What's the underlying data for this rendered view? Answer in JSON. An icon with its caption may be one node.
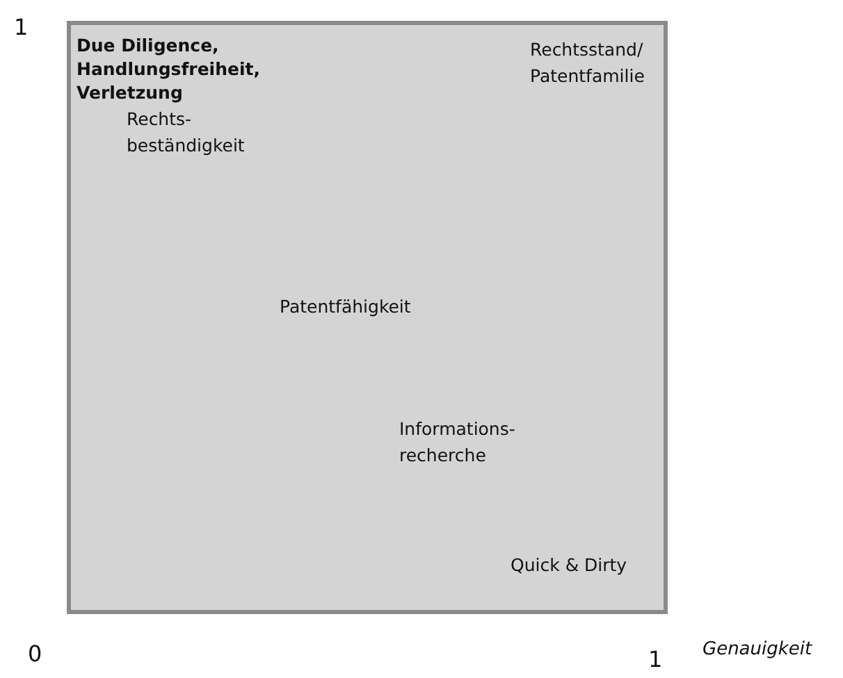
{
  "diagram": {
    "nodes": [
      {
        "text": [
          "Due Diligence, Handlungsfreiheit, Verletzung",
          "Rechtsstand/ Patentfamilie",
          "Rechts- beständigkeit",
          "Patentfähigkeit",
          "Informations- recherche",
          "Quick & Dirty"
        ]
      }
    ],
    "edges": [],
    "labels": [
      "1",
      "0",
      "1",
      "Genauigkeit"
    ]
  }
}
